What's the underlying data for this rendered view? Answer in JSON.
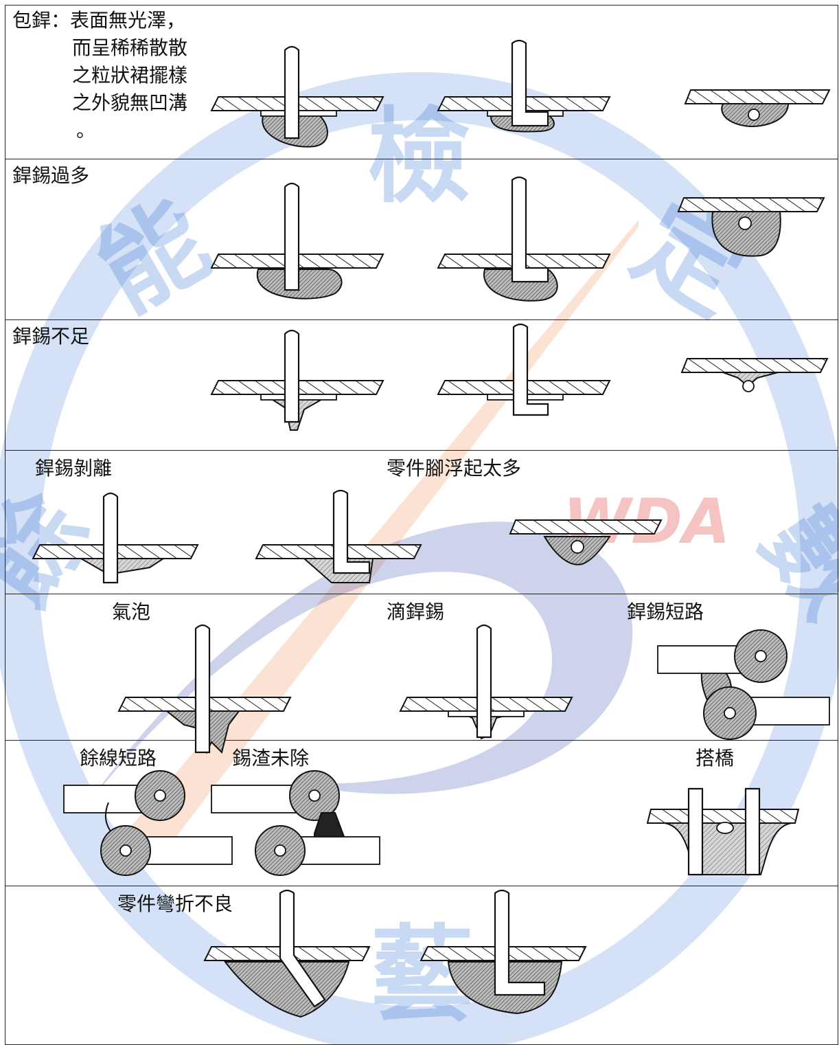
{
  "watermark": {
    "characters": [
      "能",
      "檢",
      "定",
      "餘",
      "數",
      "藝"
    ],
    "logo_text": "WDA",
    "colors": {
      "blue": "#3a78d8",
      "orange": "#f08a4a",
      "navy": "#3b4fb5",
      "red": "#e23c3c"
    }
  },
  "rows": [
    {
      "id": "wrap",
      "label_lines": [
        "包銲：表面無光澤，",
        "而呈稀稀散散",
        "之粒狀裙擺樣",
        "之外貌無凹溝",
        "。"
      ]
    },
    {
      "id": "excess",
      "label": "銲錫過多"
    },
    {
      "id": "insufficient",
      "label": "銲錫不足"
    },
    {
      "id": "peel",
      "labels": [
        "銲錫剝離",
        "零件腳浮起太多"
      ]
    },
    {
      "id": "bubble",
      "labels": [
        "氣泡",
        "滴銲錫",
        "銲錫短路"
      ]
    },
    {
      "id": "short",
      "labels": [
        "餘線短路",
        "錫渣未除",
        "搭橋"
      ]
    },
    {
      "id": "bend",
      "label": "零件彎折不良"
    }
  ]
}
